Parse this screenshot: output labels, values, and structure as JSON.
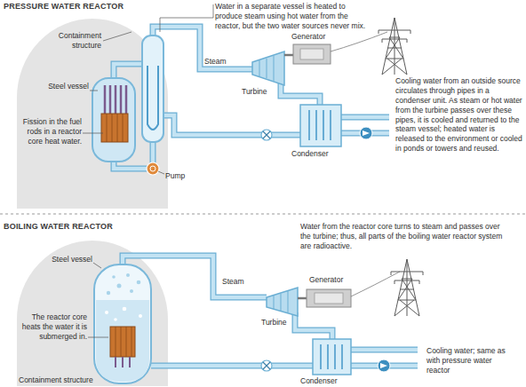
{
  "diagram": {
    "labels": [
      "PRESSURE WATER REACTOR",
      "Water in a separate vessel is heated to produce steam using hot water from the reactor, but the two water sources never mix.",
      "Containment structure",
      "Steel vessel",
      "Steam",
      "Generator",
      "Turbine",
      "Cooling water from an outside source circulates through pipes in a condenser unit. As steam or hot water from the turbine passes over these pipes, it is cooled and returned to the steam vessel; heated water is released to the environment or cooled in ponds or towers and reused.",
      "Fission in the fuel rods in a reactor core heat water.",
      "Condenser",
      "Pump",
      "BOILING WATER REACTOR",
      "Water from the reactor core turns to steam and passes over the turbine; thus, all parts of the boiling water reactor system are radioactive.",
      "Steel vessel",
      "Steam",
      "Generator",
      "Turbine",
      "The reactor core heats the water it is submerged in.",
      "Condenser",
      "Cooling water; same as with pressure water reactor",
      "Containment structure"
    ]
  }
}
